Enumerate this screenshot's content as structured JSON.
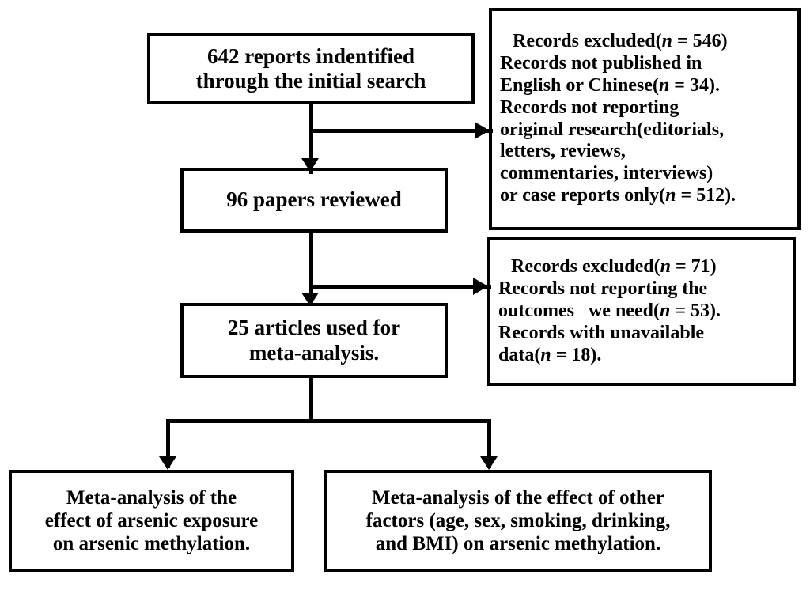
{
  "diagram": {
    "title": "PRISMA-style study selection flowchart",
    "colors": {
      "line": "#000000",
      "box_border": "#000000",
      "background": "#ffffff",
      "text": "#000000"
    },
    "boxes": {
      "identified": {
        "name": "records-identified",
        "lines": [
          "642 reports indentified",
          "through the initial search"
        ]
      },
      "reviewed": {
        "name": "papers-reviewed",
        "lines": [
          "96 papers reviewed"
        ]
      },
      "articles": {
        "name": "articles-included",
        "lines": [
          "25 articles used for",
          "meta-analysis."
        ]
      },
      "excluded_1": {
        "name": "records-excluded-first",
        "lines": [
          "Records excluded(n = 546)",
          "Records not published in",
          "English or Chinese(n = 34).",
          "Records not reporting",
          "original research(editorials,",
          "letters, reviews,",
          "commentaries, interviews)",
          "or case reports only(n = 512)."
        ],
        "counts": {
          "total": 546,
          "not_english_or_chinese": 34,
          "not_original_research": 512
        }
      },
      "excluded_2": {
        "name": "records-excluded-second",
        "lines": [
          "Records excluded(n = 71)",
          "Records not reporting the",
          "outcomes   we need(n = 53).",
          "Records with unavailable",
          "data(n = 18)."
        ],
        "counts": {
          "total": 71,
          "not_reporting_outcomes": 53,
          "unavailable_data": 18
        }
      },
      "meta_arsenic": {
        "name": "meta-analysis-arsenic-exposure",
        "lines": [
          "Meta-analysis of the",
          "effect of arsenic exposure",
          "on arsenic methylation."
        ]
      },
      "meta_other": {
        "name": "meta-analysis-other-factors",
        "lines": [
          "Meta-analysis of the effect of other",
          "factors (age, sex, smoking, drinking,",
          "and BMI) on arsenic methylation."
        ]
      }
    },
    "connectors": [
      {
        "name": "identified-to-reviewed",
        "type": "arrow-down"
      },
      {
        "name": "identified-to-excluded-1",
        "type": "arrow-right"
      },
      {
        "name": "reviewed-to-articles",
        "type": "arrow-down"
      },
      {
        "name": "reviewed-to-excluded-2",
        "type": "arrow-right"
      },
      {
        "name": "articles-to-meta-arsenic",
        "type": "arrow-down-fork-left"
      },
      {
        "name": "articles-to-meta-other",
        "type": "arrow-down-fork-right"
      }
    ]
  }
}
